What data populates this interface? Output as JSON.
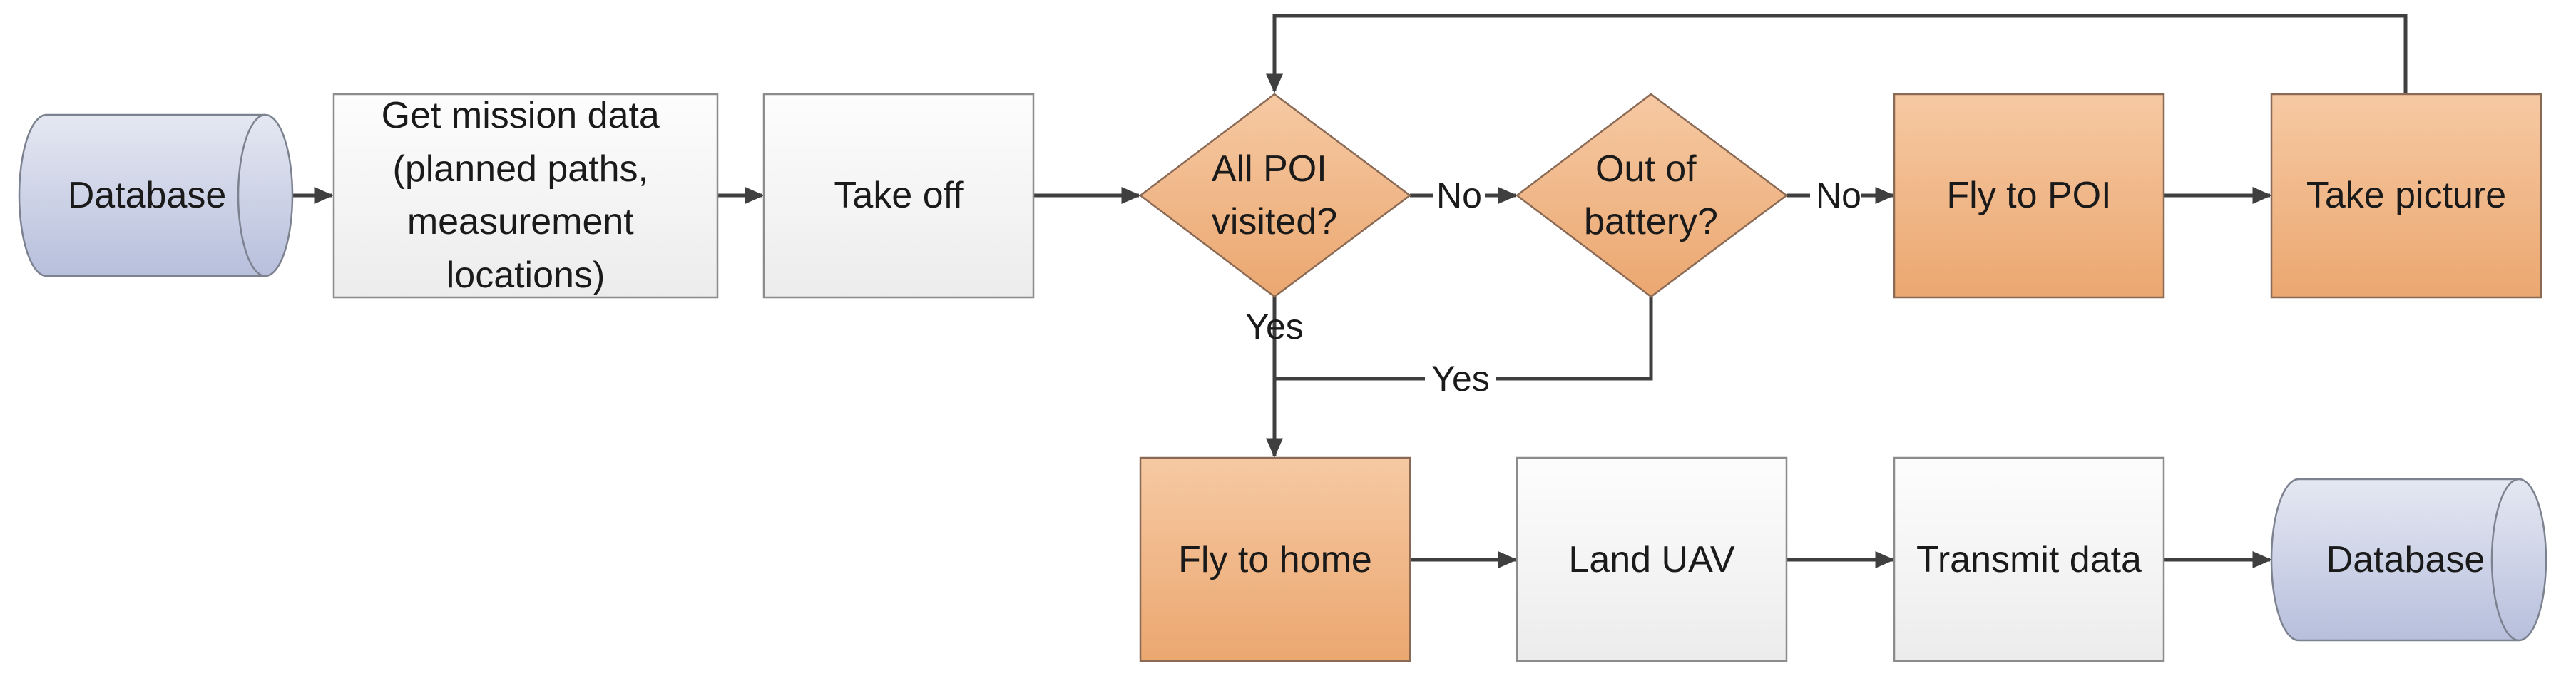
{
  "diagram": {
    "nodes": {
      "db_start": {
        "label": "Database"
      },
      "get_mission": {
        "lines": [
          "Get mission data",
          "(planned paths,",
          "measurement",
          "locations)"
        ]
      },
      "take_off": {
        "label": "Take off"
      },
      "all_poi": {
        "lines": [
          "All POI",
          "visited?"
        ]
      },
      "battery": {
        "lines": [
          "Out of",
          "battery?"
        ]
      },
      "fly_poi": {
        "label": "Fly to POI"
      },
      "take_picture": {
        "label": "Take picture"
      },
      "fly_home": {
        "label": "Fly to home"
      },
      "land": {
        "label": "Land UAV"
      },
      "transmit": {
        "label": "Transmit data"
      },
      "db_end": {
        "label": "Database"
      }
    },
    "edges": {
      "poi_no": "No",
      "battery_no": "No",
      "poi_yes": "Yes",
      "battery_yes": "Yes"
    }
  },
  "colors": {
    "edge": "#3f3f3f",
    "process_fill_top": "#fdfdfd",
    "process_fill_bottom": "#ececec",
    "action_fill_top": "#f6c9a3",
    "action_fill_bottom": "#eba770",
    "database_fill_top": "#e5e8f2",
    "database_fill_bottom": "#b7bfdc"
  }
}
